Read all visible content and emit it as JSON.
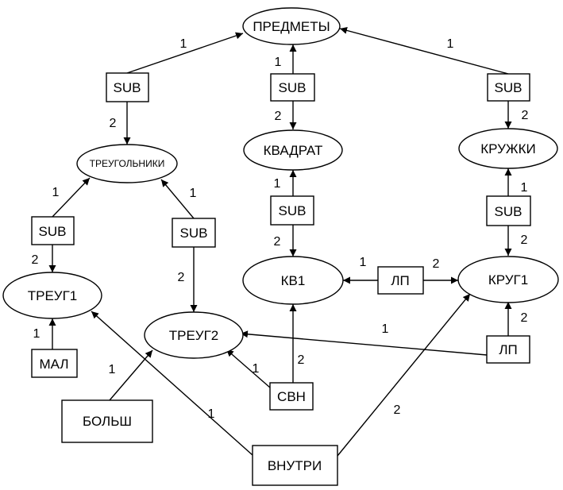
{
  "nodes": {
    "predmety": "ПРЕДМЕТЫ",
    "treugolniki": "ТРЕУГОЛЬНИКИ",
    "kvadrat": "КВАДРАТ",
    "kruzhki": "КРУЖКИ",
    "treug1": "ТРЕУГ1",
    "treug2": "ТРЕУГ2",
    "kv1": "КВ1",
    "krug1": "КРУГ1",
    "sub_tri": "SUB",
    "sub_kv": "SUB",
    "sub_kr": "SUB",
    "sub_t1": "SUB",
    "sub_t2": "SUB",
    "sub_kv1": "SUB",
    "sub_kr1": "SUB",
    "lp_mid": "ЛП",
    "lp_right": "ЛП",
    "mal": "МАЛ",
    "bolsh": "БОЛЬШ",
    "svn": "СВН",
    "vnutri": "ВНУТРИ"
  },
  "edge_labels": {
    "sub_tri_out": "1",
    "sub_tri_in": "2",
    "sub_kv_out": "1",
    "sub_kv_in": "2",
    "sub_kr_out": "1",
    "sub_kr_in": "2",
    "sub_t1_out": "1",
    "sub_t1_in": "2",
    "sub_t2_out": "1",
    "sub_t2_in": "2",
    "sub_kv1_out": "1",
    "sub_kv1_in": "2",
    "sub_kr1_out": "1",
    "sub_kr1_in": "2",
    "lp_mid_1": "1",
    "lp_mid_2": "2",
    "lp_right_1": "1",
    "lp_right_2": "2",
    "mal_1": "1",
    "bolsh_1": "1",
    "svn_1": "1",
    "svn_2": "2",
    "vnutri_1": "1",
    "vnutri_2": "2"
  }
}
